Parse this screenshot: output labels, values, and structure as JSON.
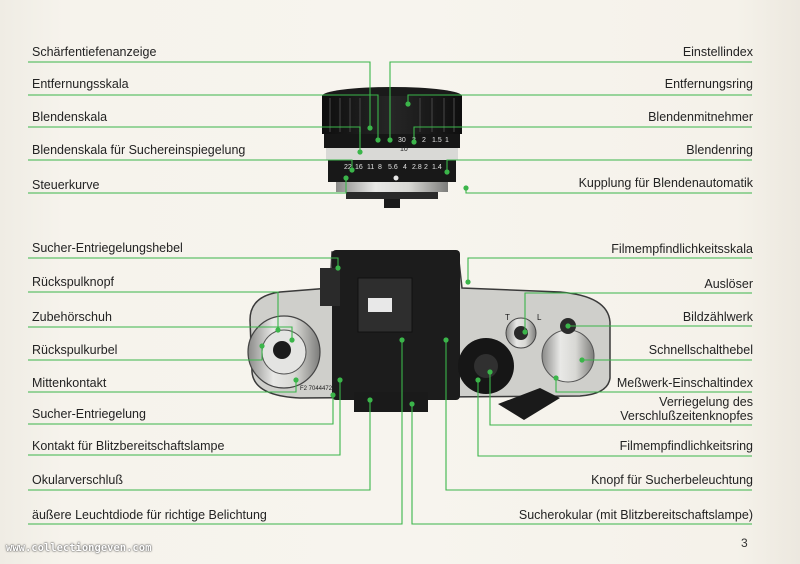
{
  "palette": {
    "leader": "#3bb54a",
    "paper": "#f4f1ea",
    "body_black": "#1d1d1d",
    "metal": "#c9c9c6"
  },
  "labels": {
    "left_lens": [
      "Schärfentiefenanzeige",
      "Entfernungsskala",
      "Blendenskala",
      "Blendenskala für Suchereinspiegelung",
      "Steuerkurve"
    ],
    "right_lens": [
      "Einstellindex",
      "Entfernungsring",
      "Blendenmitnehmer",
      "Blendenring",
      "Kupplung für Blendenautomatik"
    ],
    "left_camera": [
      "Sucher-Entriegelungshebel",
      "Rückspulknopf",
      "Zubehörschuh",
      "Rückspulkurbel",
      "Mittenkontakt",
      "Sucher-Entriegelung",
      "Kontakt für Blitzbereitschaftslampe",
      "Okularverschluß",
      "äußere Leuchtdiode für richtige Belichtung"
    ],
    "right_camera": [
      "Filmempfindlichkeitsskala",
      "Auslöser",
      "Bildzählwerk",
      "Schnellschalthebel",
      "Meßwerk-Einschaltindex",
      "Verriegelung des",
      "Verschlußzeitenknopfes",
      "Filmempfindlichkeitsring",
      "Knopf für Sucherbeleuchtung",
      "Sucherokular (mit Blitzbereitschaftslampe)"
    ]
  },
  "lens_marks": {
    "distance_top": [
      "30",
      "10",
      "3",
      "2",
      "1.5",
      "1"
    ],
    "aperture": [
      "22",
      "16",
      "11",
      "8",
      "5.6",
      "4",
      "2.8",
      "2",
      "1.4"
    ]
  },
  "camera_marks": {
    "dial_letters": [
      "T",
      "L"
    ],
    "serial": "F2 7044472"
  },
  "footer": {
    "url": "www.collectiongeven.com",
    "page_number": "3"
  }
}
